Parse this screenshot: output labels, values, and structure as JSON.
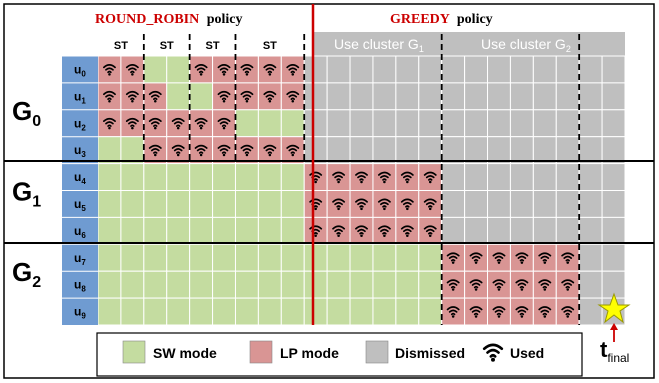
{
  "headers": {
    "left_policy_name": "ROUND_ROBIN",
    "left_policy_suffix": "policy",
    "right_policy_name": "GREEDY",
    "right_policy_suffix": "policy"
  },
  "st_labels": [
    "ST",
    "ST",
    "ST",
    "ST"
  ],
  "cluster_headers": [
    {
      "text": "Use cluster G",
      "sub": "1"
    },
    {
      "text": "Use cluster G",
      "sub": "2"
    }
  ],
  "groups": [
    {
      "label": "G",
      "sub": "0"
    },
    {
      "label": "G",
      "sub": "1"
    },
    {
      "label": "G",
      "sub": "2"
    }
  ],
  "users": [
    {
      "label": "u",
      "sub": "0"
    },
    {
      "label": "u",
      "sub": "1"
    },
    {
      "label": "u",
      "sub": "2"
    },
    {
      "label": "u",
      "sub": "3"
    },
    {
      "label": "u",
      "sub": "4"
    },
    {
      "label": "u",
      "sub": "5"
    },
    {
      "label": "u",
      "sub": "6"
    },
    {
      "label": "u",
      "sub": "7"
    },
    {
      "label": "u",
      "sub": "8"
    },
    {
      "label": "u",
      "sub": "9"
    }
  ],
  "grid": {
    "columns": 23,
    "rows": [
      "LLGGLLLLL DDDDDDDDDDDDDD",
      "LLLGGLLLL DDDDDDDDDDDDDD",
      "LLLLLLGGG DDDDDDDDDDDDDD",
      "GGLLLLLLL DDDDDDDDDDDDDD",
      "GGGGGGGGG LLLLLLDDDDDDDD",
      "GGGGGGGGG LLLLLLDDDDDDDD",
      "GGGGGGGGG LLLLLLDDDDDDDD",
      "GGGGGGGGG GGGGGGLLLLLLDD",
      "GGGGGGGGG GGGGGGLLLLLLDD",
      "GGGGGGGGG GGGGGGLLLLLLDD"
    ]
  },
  "legend": {
    "sw_label": "SW mode",
    "lp_label": "LP mode",
    "dismissed_label": "Dismissed",
    "used_label": "Used"
  },
  "t_final": {
    "label": "t",
    "sub": "final"
  },
  "colors": {
    "sw": "#c4dca0",
    "lp": "#d99594",
    "dismissed": "#bfbfbf",
    "user_label_bg": "#6f9bd1",
    "red_accent": "#cc0000",
    "star": "#ffff00"
  }
}
